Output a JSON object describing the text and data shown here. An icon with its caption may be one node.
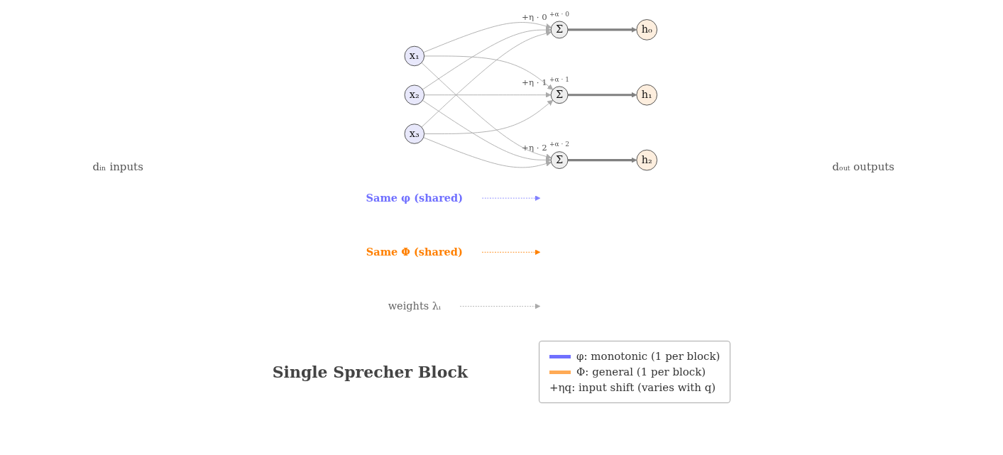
{
  "diagram": {
    "caption": "Single Sprecher Block",
    "nodes": [
      {
        "text": [
          "Same φ (shared)"
        ]
      },
      {
        "text": [
          "Same Φ (shared)"
        ]
      },
      {
        "text": [
          "weights λᵢ"
        ]
      },
      {
        "text": [
          "x₁"
        ]
      },
      {
        "text": [
          "x₂"
        ]
      },
      {
        "text": [
          "x₃"
        ]
      },
      {
        "text": [
          "Σ"
        ],
        "beside": [
          "+α · 0",
          "+η · 0"
        ]
      },
      {
        "text": [
          "Σ"
        ],
        "beside": [
          "+α · 1",
          "+η · 1"
        ]
      },
      {
        "text": [
          "Σ"
        ],
        "beside": [
          "+α · 2",
          "+η · 2"
        ]
      },
      {
        "text": [
          "h₀"
        ]
      },
      {
        "text": [
          "h₁"
        ]
      },
      {
        "text": [
          "h₂"
        ]
      }
    ],
    "edges": [
      {
        "from": 0,
        "to": null,
        "arrow": "to",
        "style": "dashed",
        "color": "#8080ff"
      },
      {
        "from": 1,
        "to": null,
        "arrow": "to",
        "style": "dashed",
        "color": "#ff8000"
      },
      {
        "from": 2,
        "to": null,
        "arrow": "to",
        "style": "dashed"
      },
      {
        "from": 3,
        "to": 6,
        "arrow": "to"
      },
      {
        "from": 3,
        "to": 7,
        "arrow": "to"
      },
      {
        "from": 3,
        "to": 8,
        "arrow": "to"
      },
      {
        "from": 4,
        "to": 6,
        "arrow": "to"
      },
      {
        "from": 4,
        "to": 7,
        "arrow": "to"
      },
      {
        "from": 4,
        "to": 8,
        "arrow": "to"
      },
      {
        "from": 5,
        "to": 6,
        "arrow": "to"
      },
      {
        "from": 5,
        "to": 7,
        "arrow": "to"
      },
      {
        "from": 5,
        "to": 8,
        "arrow": "to"
      },
      {
        "from": 6,
        "to": 9,
        "arrow": "to",
        "style": "thick",
        "color": "#808080"
      },
      {
        "from": 7,
        "to": 10,
        "arrow": "to",
        "style": "thick",
        "color": "#808080"
      },
      {
        "from": 8,
        "to": 11,
        "arrow": "to",
        "style": "thick",
        "color": "#808080"
      }
    ],
    "labels": [
      "dᵢₙ inputs",
      "dₒᵤₜ outputs"
    ],
    "legend": [
      {
        "text": "φ: monotonic (1 per block)",
        "color": "#7070ff"
      },
      {
        "text": "Φ: general (1 per block)",
        "color": "#ffaa55"
      },
      {
        "text": "+ηq: input shift (varies with q)"
      }
    ]
  }
}
